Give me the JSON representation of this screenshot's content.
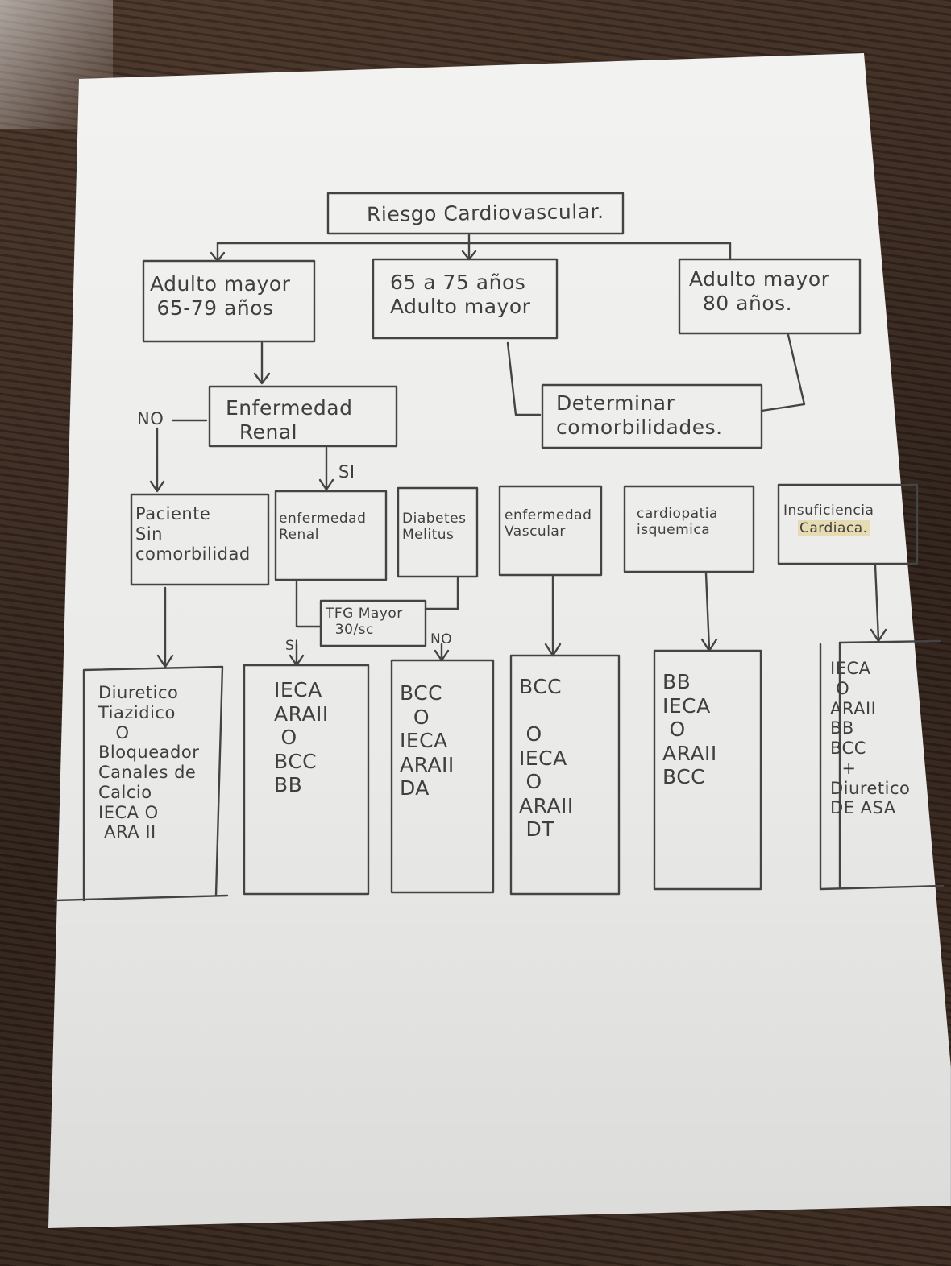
{
  "diagram": {
    "root": "Riesgo Cardiovascular.",
    "groups": {
      "g1": "Adulto mayor\n 65-79 años",
      "g2": "65 a 75 años\nAdulto mayor",
      "g3": "Adulto mayor\n  80 años."
    },
    "decision": "Enfermedad\n  Renal",
    "determinar": "Determinar\ncomorbilidades.",
    "no_label": "NO",
    "si_label": "SI",
    "si_label_2": "SI",
    "no_label_2": "NO",
    "conditions": {
      "c1": "Paciente\nSin\ncomorbilidad",
      "c2": "enfermedad\nRenal",
      "c3": "Diabetes\nMelitus",
      "c4": "enfermedad\nVascular",
      "c5": "cardiopatia\nisquemica",
      "c6": "Insuficiencia",
      "c6b": "Cardiaca."
    },
    "tfg": "TFG Mayor\n  30/sc",
    "treatments": {
      "t1": "Diuretico\nTiazidico\n   O\nBloqueador\nCanales de\nCalcio\nIECA O\n ARA II",
      "t2": "IECA\nARAII\n O\nBCC\nBB",
      "t3": "BCC\n  O\nIECA\nARAII\nDA",
      "t4": "BCC\n\n O\nIECA\n O\nARAII\n DT",
      "t5": "BB\nIECA\n O\nARAII\nBCC",
      "t6": "IECA\n O\nARAII\nBB\nBCC\n  +\nDiuretico\nDE ASA"
    }
  }
}
